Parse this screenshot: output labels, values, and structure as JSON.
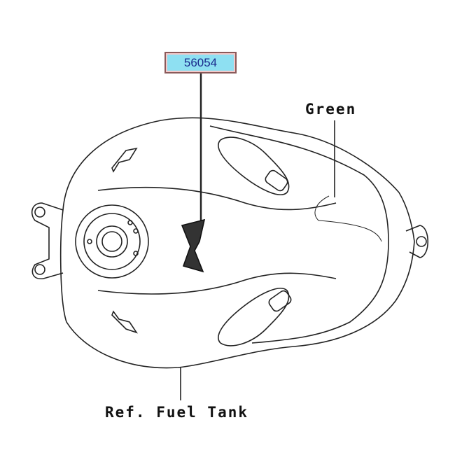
{
  "part_number": "56054",
  "labels": {
    "color": "Green",
    "reference": "Ref. Fuel Tank"
  },
  "colors": {
    "part_box_fill": "#8ee0f2",
    "part_box_text": "#1a2a8c"
  }
}
